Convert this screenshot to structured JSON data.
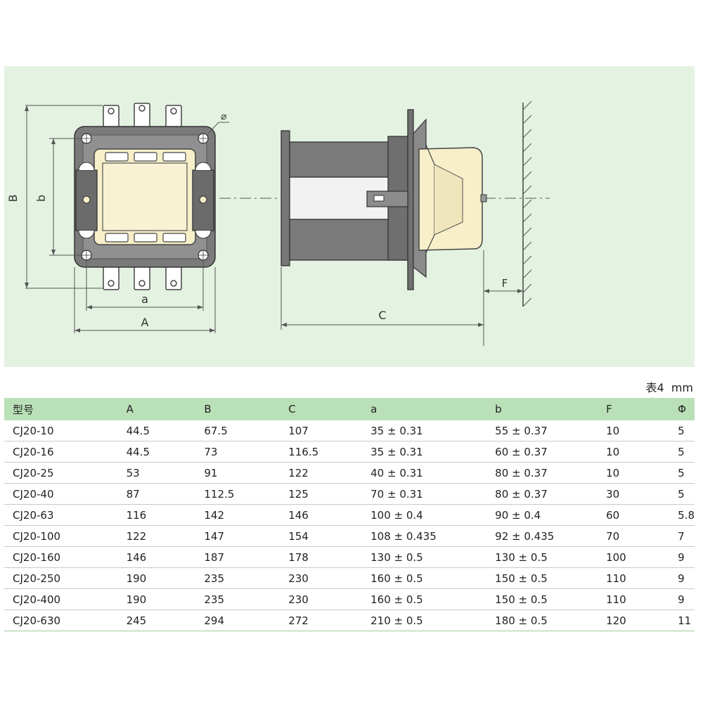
{
  "drawing": {
    "labels": {
      "front_A": "A",
      "front_a": "a",
      "front_B": "B",
      "front_b": "b",
      "hole": "⌀",
      "side_C": "C",
      "side_F": "F"
    },
    "colors": {
      "panel_bg": "#e3f2e1",
      "housing_gray": "#777777",
      "cover_cream": "#f6efc9",
      "plate_cream": "#f8f1d3",
      "terminal_dark": "#5d5d5d"
    }
  },
  "table": {
    "caption": "表4",
    "unit": "mm",
    "header_bg": "#b9e0b6",
    "columns": [
      "型号",
      "A",
      "B",
      "C",
      "a",
      "b",
      "F",
      "Φ"
    ],
    "rows": [
      [
        "CJ20-10",
        "44.5",
        "67.5",
        "107",
        "35 ± 0.31",
        "55 ± 0.37",
        "10",
        "5"
      ],
      [
        "CJ20-16",
        "44.5",
        "73",
        "116.5",
        "35 ± 0.31",
        "60 ± 0.37",
        "10",
        "5"
      ],
      [
        "CJ20-25",
        "53",
        "91",
        "122",
        "40 ± 0.31",
        "80 ± 0.37",
        "10",
        "5"
      ],
      [
        "CJ20-40",
        "87",
        "112.5",
        "125",
        "70 ± 0.31",
        "80 ± 0.37",
        "30",
        "5"
      ],
      [
        "CJ20-63",
        "116",
        "142",
        "146",
        "100 ± 0.4",
        "90 ± 0.4",
        "60",
        "5.8"
      ],
      [
        "CJ20-100",
        "122",
        "147",
        "154",
        "108 ± 0.435",
        "92 ± 0.435",
        "70",
        "7"
      ],
      [
        "CJ20-160",
        "146",
        "187",
        "178",
        "130 ± 0.5",
        "130 ± 0.5",
        "100",
        "9"
      ],
      [
        "CJ20-250",
        "190",
        "235",
        "230",
        "160 ± 0.5",
        "150 ± 0.5",
        "110",
        "9"
      ],
      [
        "CJ20-400",
        "190",
        "235",
        "230",
        "160 ± 0.5",
        "150 ± 0.5",
        "110",
        "9"
      ],
      [
        "CJ20-630",
        "245",
        "294",
        "272",
        "210 ± 0.5",
        "180 ± 0.5",
        "120",
        "11"
      ]
    ]
  }
}
